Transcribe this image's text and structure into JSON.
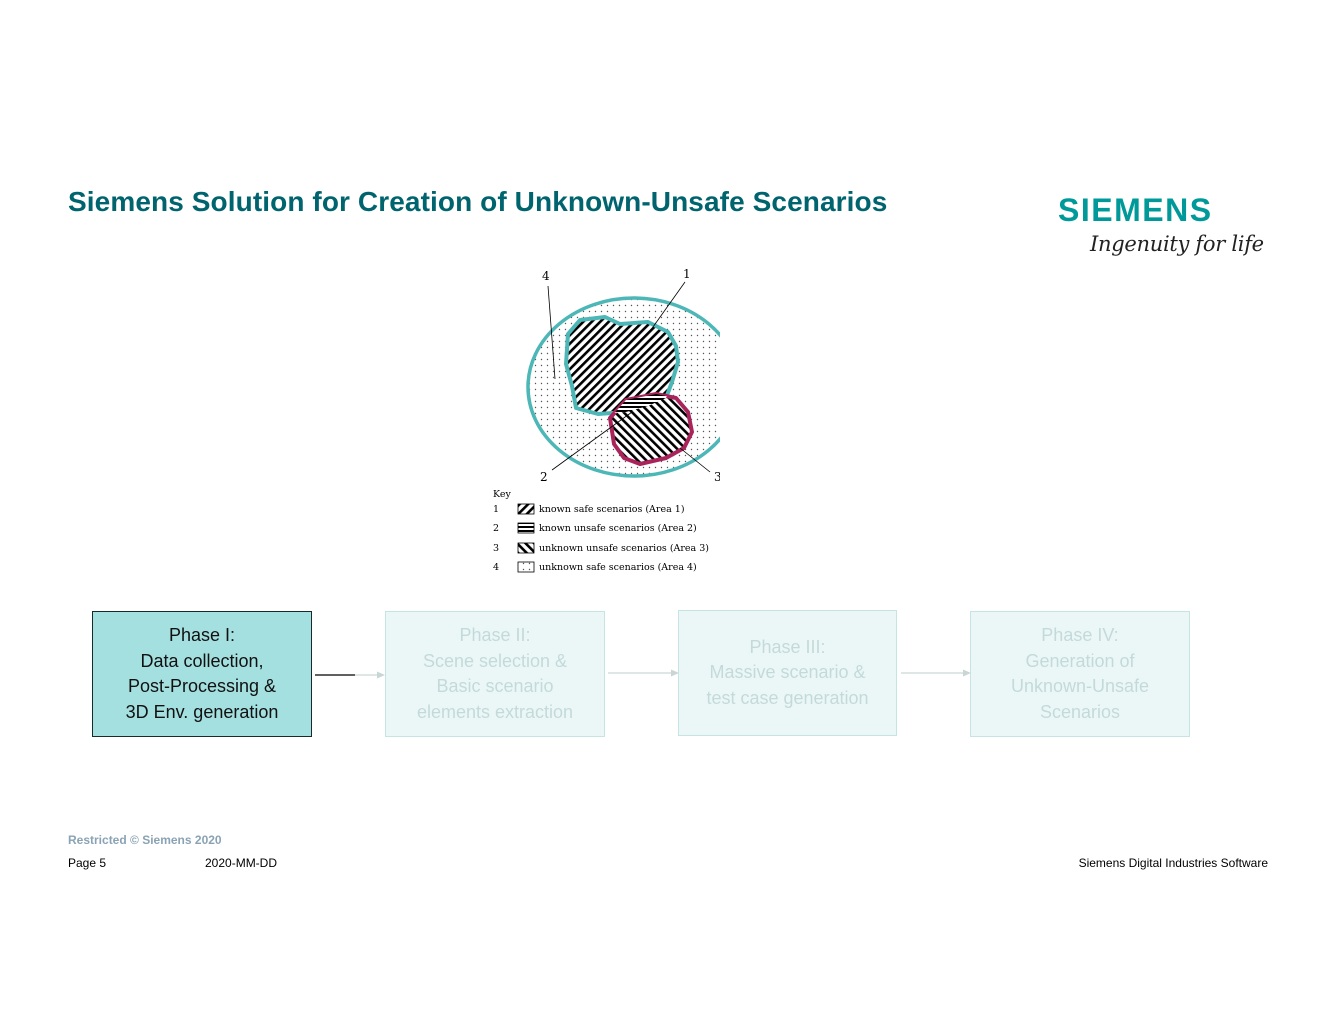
{
  "slide": {
    "title": "Siemens Solution for Creation of Unknown-Unsafe Scenarios"
  },
  "logo": {
    "wordmark": "SIEMENS",
    "tagline": "Ingenuity for life",
    "color": "#009999"
  },
  "diagram": {
    "callouts": [
      "4",
      "1",
      "2",
      "3"
    ],
    "key_title": "Key",
    "key": [
      {
        "num": "1",
        "label": "known safe scenarios (Area 1)"
      },
      {
        "num": "2",
        "label": "known unsafe scenarios (Area 2)"
      },
      {
        "num": "3",
        "label": "unknown unsafe scenarios (Area 3)"
      },
      {
        "num": "4",
        "label": "unknown safe scenarios (Area 4)"
      }
    ],
    "colors": {
      "outer": "#4db6b6",
      "unsafe": "#a8245a"
    }
  },
  "phases": [
    {
      "text": "Phase I:\nData collection,\nPost-Processing &\n3D Env. generation",
      "state": "active"
    },
    {
      "text": "Phase II:\nScene selection &\nBasic scenario\nelements extraction",
      "state": "faded"
    },
    {
      "text": "Phase III:\nMassive scenario &\ntest case generation",
      "state": "faded"
    },
    {
      "text": "Phase IV:\nGeneration of\nUnknown-Unsafe\nScenarios",
      "state": "faded"
    }
  ],
  "footer": {
    "restricted": "Restricted © Siemens 2020",
    "page": "Page 5",
    "date": "2020-MM-DD",
    "company": "Siemens Digital Industries Software"
  }
}
